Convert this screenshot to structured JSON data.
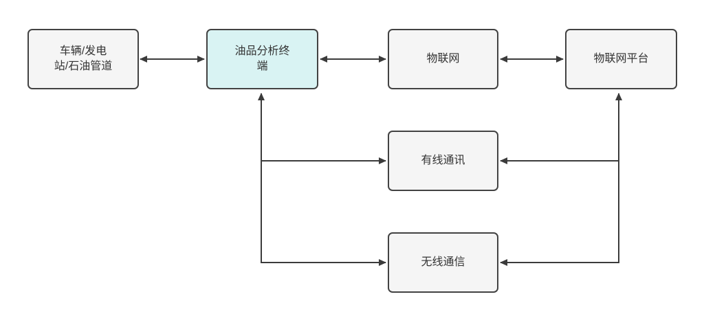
{
  "colors": {
    "node_fill": "#f5f5f5",
    "node_accent": "#d9f3f3",
    "node_border": "#424242",
    "arrow": "#3b3b3b",
    "text": "#333333",
    "page_bg": "#ffffff"
  },
  "nodes": {
    "source": {
      "label": "车辆/发电\n站/石油管道"
    },
    "terminal": {
      "label": "油品分析终\n端"
    },
    "iot": {
      "label": "物联网"
    },
    "platform": {
      "label": "物联网平台"
    },
    "wired": {
      "label": "有线通讯"
    },
    "wireless": {
      "label": "无线通信"
    }
  },
  "edges": [
    {
      "id": "source-terminal",
      "between": [
        "车辆/发电站/石油管道",
        "油品分析终端"
      ],
      "arrows": "both"
    },
    {
      "id": "terminal-iot",
      "between": [
        "油品分析终端",
        "物联网"
      ],
      "arrows": "both"
    },
    {
      "id": "iot-platform",
      "between": [
        "物联网",
        "物联网平台"
      ],
      "arrows": "both"
    },
    {
      "id": "terminal-wired",
      "between": [
        "油品分析终端",
        "有线通讯"
      ],
      "arrows": "both"
    },
    {
      "id": "terminal-wireless",
      "between": [
        "油品分析终端",
        "无线通信"
      ],
      "arrows": "both"
    },
    {
      "id": "platform-wired",
      "between": [
        "物联网平台",
        "有线通讯"
      ],
      "arrows": "both"
    },
    {
      "id": "platform-wireless",
      "between": [
        "物联网平台",
        "无线通信"
      ],
      "arrows": "both"
    }
  ]
}
